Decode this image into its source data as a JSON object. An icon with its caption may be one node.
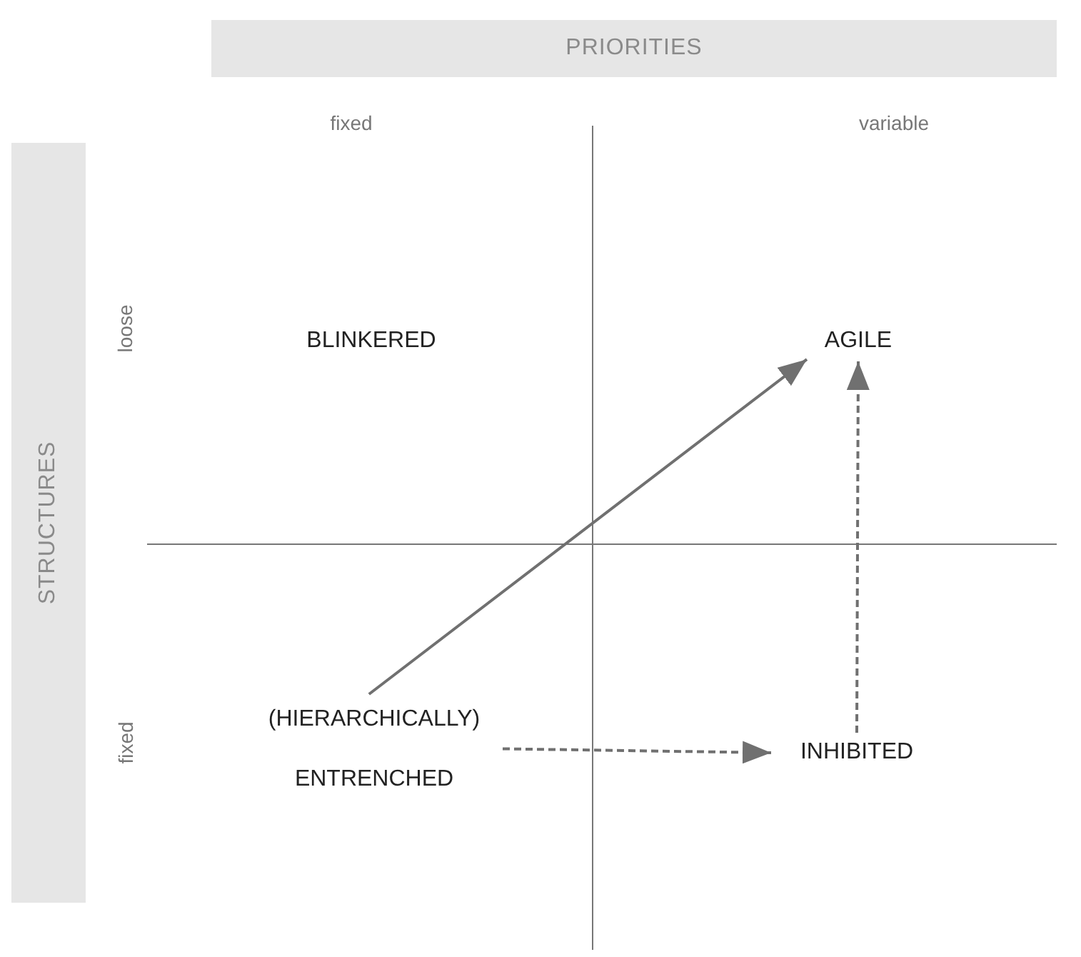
{
  "diagram": {
    "nodes": [
      {
        "text": [
          "PRIORITIES"
        ]
      },
      {
        "text": [
          "STRUCTURES"
        ]
      },
      {
        "text": [
          "BLINKERED"
        ]
      },
      {
        "text": [
          "AGILE"
        ]
      },
      {
        "text": [
          "(HIERARCHICALLY) ENTRENCHED"
        ]
      },
      {
        "text": [
          "INHIBITED"
        ]
      }
    ],
    "edges": [
      {
        "from": 4,
        "to": 3,
        "arrow": "to"
      },
      {
        "from": 4,
        "to": 5,
        "arrow": "to",
        "style": "dashed"
      },
      {
        "from": 5,
        "to": 3,
        "arrow": "to",
        "style": "dashed"
      }
    ],
    "labels": [
      "fixed",
      "variable",
      "loose",
      "fixed"
    ]
  }
}
